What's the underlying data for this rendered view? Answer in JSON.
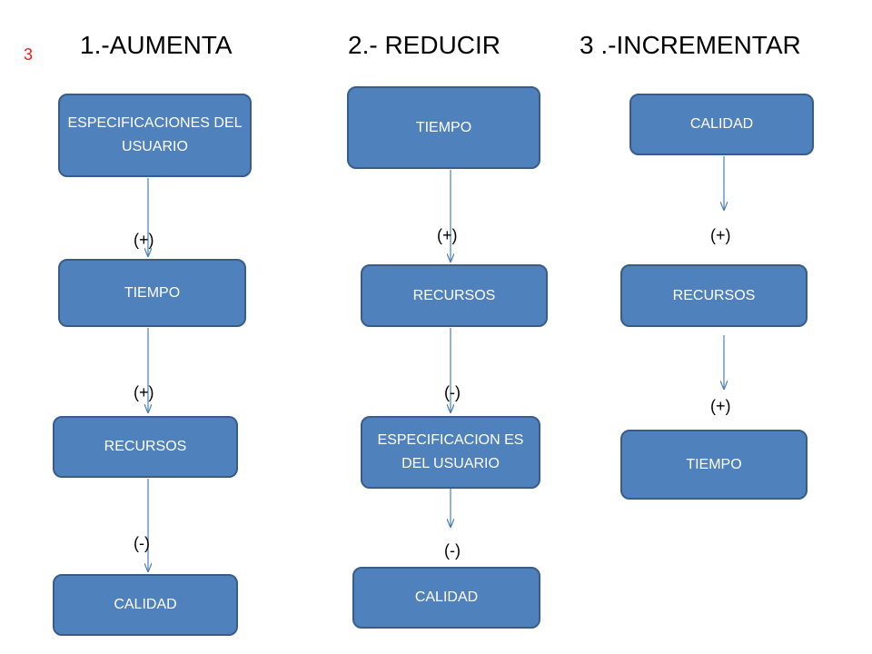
{
  "page_number": "3",
  "colors": {
    "box_fill": "#4f81bd",
    "box_border": "#385d8a",
    "arrow": "#4a7ebb",
    "page_number": "#e8211a"
  },
  "columns": [
    {
      "heading": "1.-AUMENTA",
      "boxes": [
        "ESPECIFICACIONES DEL USUARIO",
        "TIEMPO",
        "RECURSOS",
        "CALIDAD"
      ],
      "signs": [
        "(+)",
        "(+)",
        "(-)"
      ]
    },
    {
      "heading": "2.- REDUCIR",
      "boxes": [
        "TIEMPO",
        "RECURSOS",
        "ESPECIFICACION ES DEL USUARIO",
        "CALIDAD"
      ],
      "signs": [
        "(+)",
        "(-)",
        "(-)"
      ]
    },
    {
      "heading": "3 .-INCREMENTAR",
      "boxes": [
        "CALIDAD",
        "RECURSOS",
        "TIEMPO"
      ],
      "signs": [
        "(+)",
        "(+)"
      ]
    }
  ]
}
